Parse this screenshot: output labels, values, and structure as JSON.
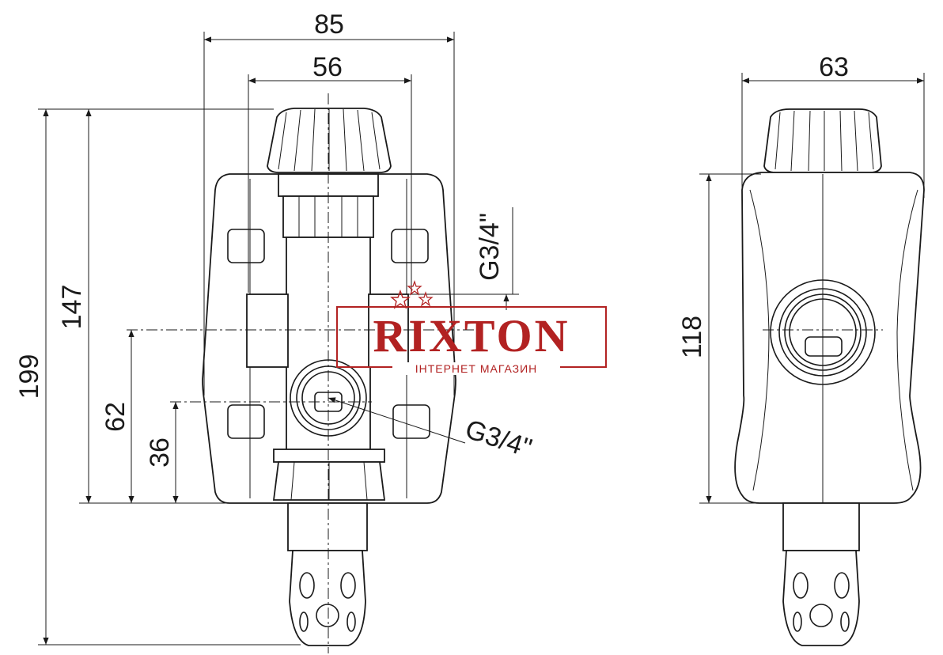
{
  "dimensions": {
    "width_overall": "85",
    "width_inner": "56",
    "width_side": "63",
    "height_overall": "199",
    "height_body": "147",
    "height_outlet": "62",
    "height_inlet": "36",
    "height_side": "118"
  },
  "threads": {
    "top_connection": "G3/4\"",
    "front_connection": "G3/4\""
  },
  "watermark": {
    "brand": "RIXTON",
    "subtitle": "ІНТЕРНЕТ МАГАЗИН",
    "color": "#b22222"
  }
}
